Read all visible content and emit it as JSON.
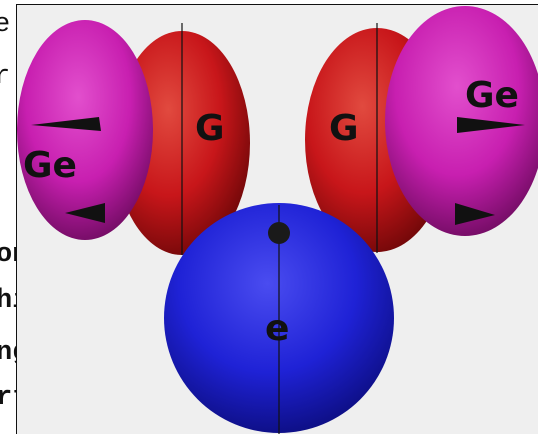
{
  "background_text": {
    "line1": "e",
    "line2": "r",
    "line3": "ons",
    "line4": "high",
    "line5": "ng",
    "line6": "rtant"
  },
  "labels": {
    "left_pink": "Ge",
    "left_red": "G",
    "right_red": "G",
    "right_pink": "Ge",
    "blue": "e"
  },
  "colors": {
    "pink": "#c81fb0",
    "red": "#c8161a",
    "blue": "#1f22d6",
    "panel": "#efefef"
  }
}
